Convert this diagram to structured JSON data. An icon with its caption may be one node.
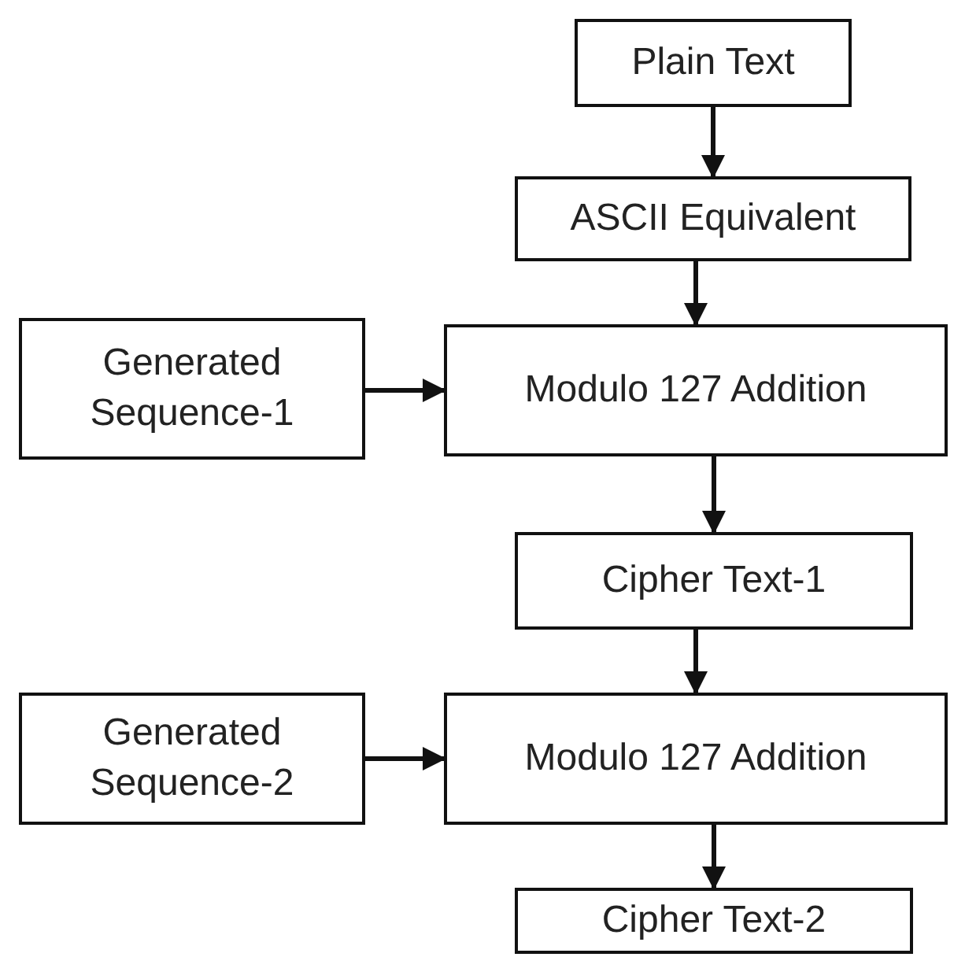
{
  "diagram": {
    "nodes": [
      {
        "text": [
          "Plain Text"
        ]
      },
      {
        "text": [
          "ASCII Equivalent"
        ]
      },
      {
        "text": [
          "Generated Sequence-1"
        ]
      },
      {
        "text": [
          "Modulo 127 Addition"
        ]
      },
      {
        "text": [
          "Cipher Text-1"
        ]
      },
      {
        "text": [
          "Generated Sequence-2"
        ]
      },
      {
        "text": [
          "Modulo 127 Addition"
        ]
      },
      {
        "text": [
          "Cipher Text-2"
        ]
      }
    ],
    "edges": [
      {
        "from": 0,
        "to": 1,
        "arrow": "to"
      },
      {
        "from": 1,
        "to": 3,
        "arrow": "to"
      },
      {
        "from": 2,
        "to": 3,
        "arrow": "to"
      },
      {
        "from": 3,
        "to": 4,
        "arrow": "to"
      },
      {
        "from": 4,
        "to": 6,
        "arrow": "to"
      },
      {
        "from": 5,
        "to": 6,
        "arrow": "to"
      },
      {
        "from": 6,
        "to": 7,
        "arrow": "to"
      }
    ]
  }
}
